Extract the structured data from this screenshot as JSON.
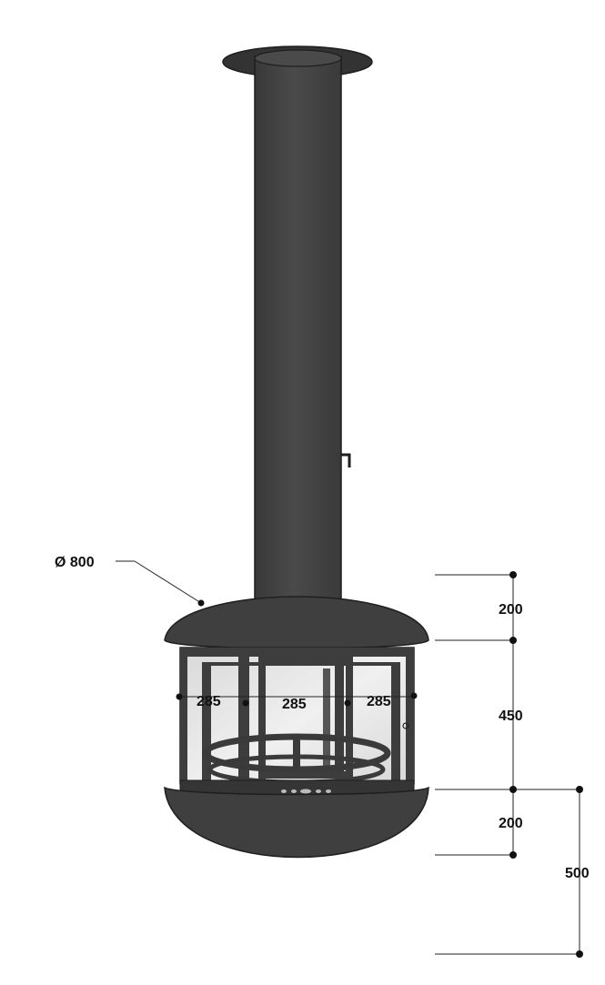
{
  "diagram": {
    "diameter_label": "Ø 800",
    "width_labels": [
      "285",
      "285",
      "285"
    ],
    "height_labels": [
      "200",
      "450",
      "200"
    ],
    "floor_clearance_label": "500",
    "colors": {
      "body": "#444444",
      "outline": "#1e1e1e",
      "frame": "#3d3d3d",
      "glass": "#e6e6e6",
      "dimension": "#111111"
    }
  }
}
